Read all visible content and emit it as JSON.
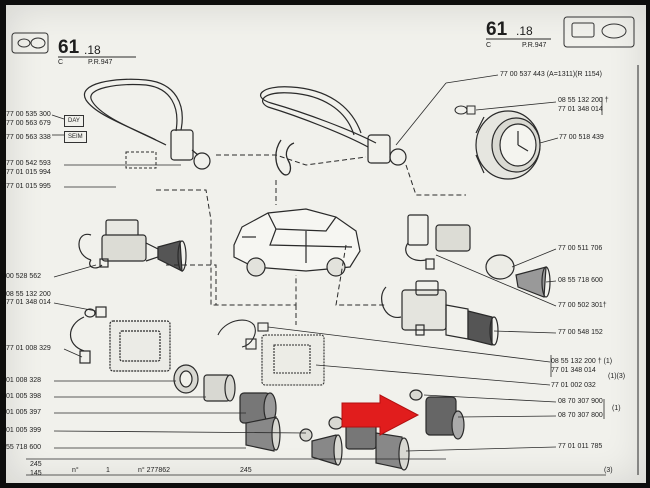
{
  "header": {
    "left_section": "61",
    "left_subsection": ".18",
    "left_code": "C",
    "left_ref": "P.R.947",
    "right_section": "61",
    "right_subsection": ".18",
    "right_code": "C",
    "right_ref": "P.R.947"
  },
  "labels": {
    "l1": "77 00 535 300",
    "l2": "77 00 563 679",
    "l3": "77 00 563 338",
    "l4": "77 00 542 593",
    "l5": "77 01 015 994",
    "l6": "77 01 015 995",
    "l7": "00 528 562",
    "l8": "08 55 132 200",
    "l9": "77 01 348 014",
    "l10": "77 01 008 329",
    "l11": "01 008 328",
    "l12": "01 005 398",
    "l13": "01 005 397",
    "l14": "01 005 399",
    "l15": "55 718 600",
    "r1": "77 00 537 443 (A=1311)(R 1154)",
    "r2": "08 55 132 200 †",
    "r3": "77 01 348 014",
    "r4": "77 00 518 439",
    "r5": "77 00 511 706",
    "r6": "08 55 718 600",
    "r7": "77 00 502 301†",
    "r8": "77 00 548 152",
    "r9": "08 55 132 200 † (1)",
    "r10": "77 01 348 014",
    "r11": "(1)(3)",
    "r12": "77 01 002 032",
    "r13": "08 70 307 900",
    "r14": "08 70 307 800",
    "r15": "(1)",
    "r16": "77 01 011 785",
    "r17": "(3)"
  },
  "switch_labels": {
    "day": "DAY",
    "seim": "SEIM"
  },
  "footer": {
    "left1": "245",
    "left2": "145",
    "mid1": "n°",
    "mid2": "1",
    "mid3": "n° 277862",
    "right": "245"
  }
}
